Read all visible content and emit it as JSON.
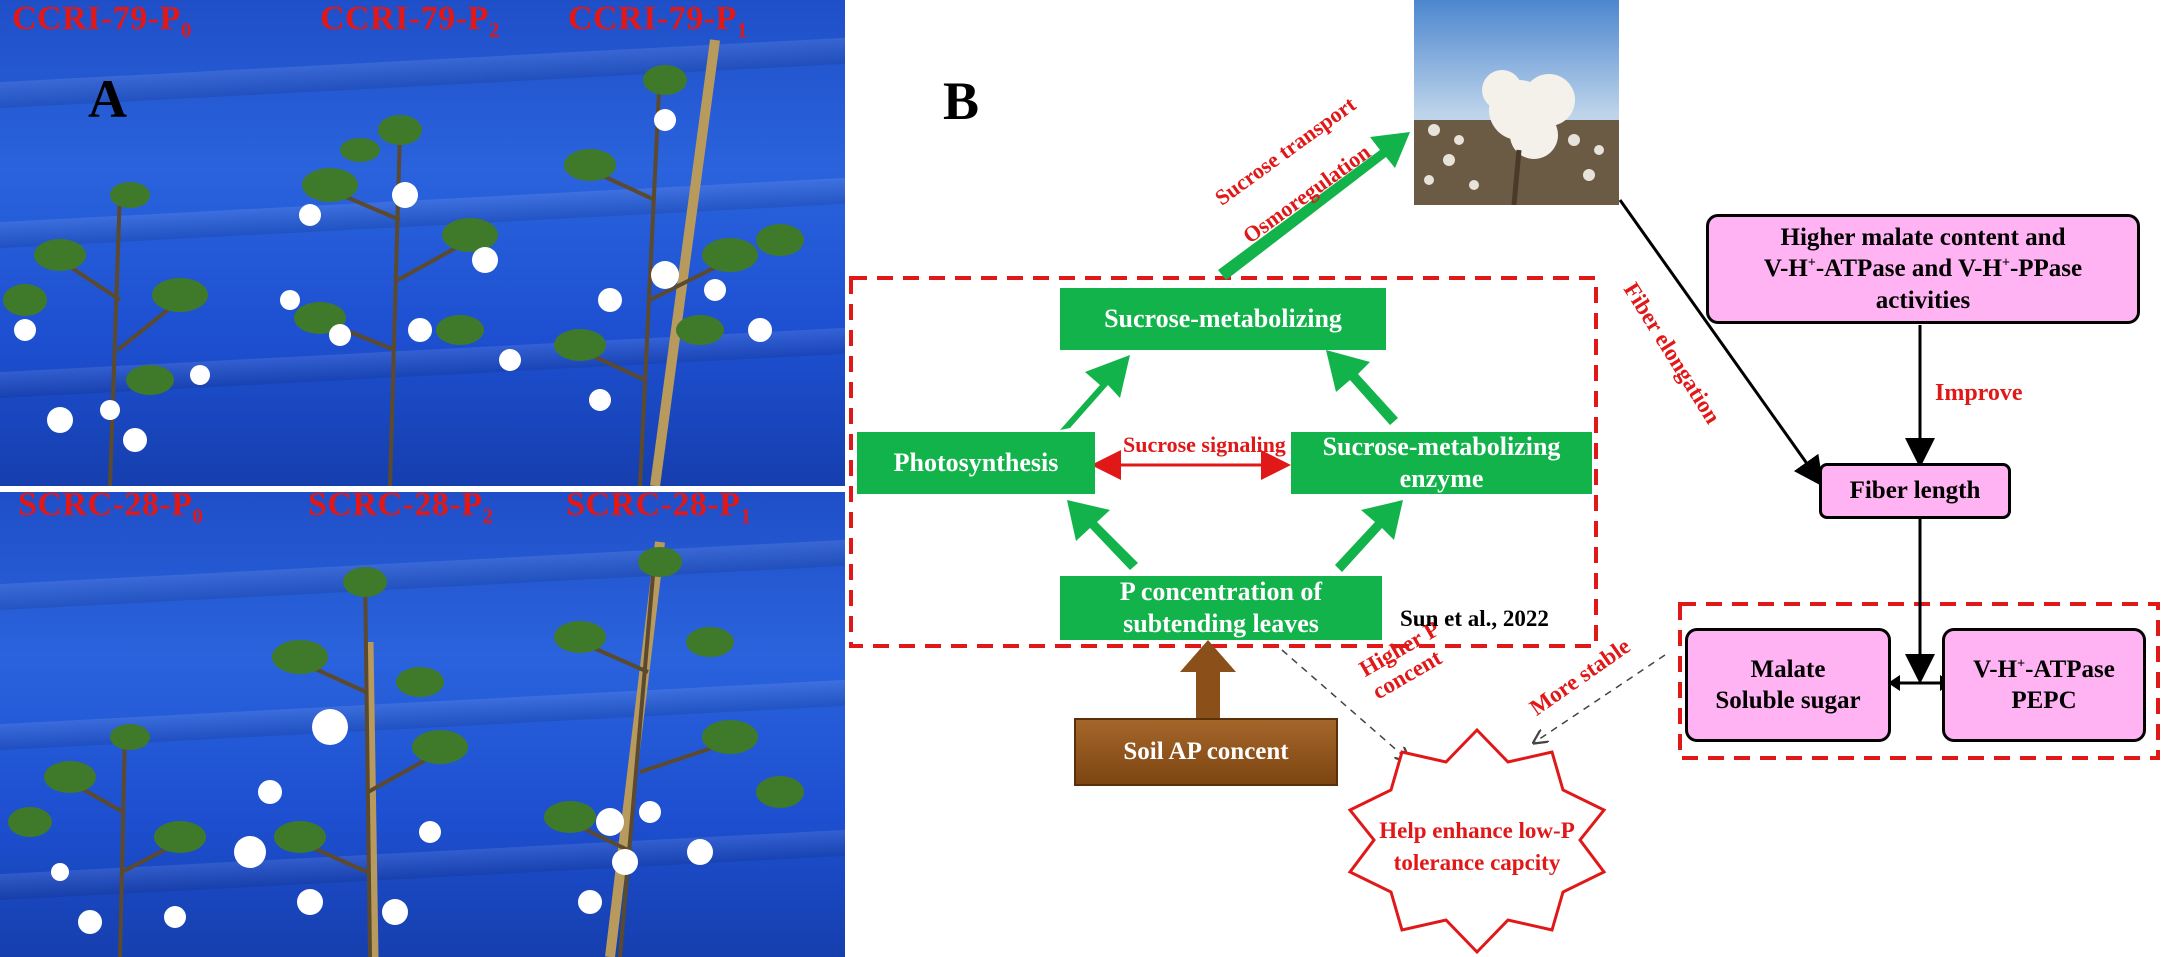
{
  "panel_a": {
    "label": "A",
    "top_labels": [
      {
        "name": "CCRI-79-P",
        "sub": "0"
      },
      {
        "name": "CCRI-79-P",
        "sub": "2"
      },
      {
        "name": "CCRI-79-P",
        "sub": "1"
      }
    ],
    "bottom_labels": [
      {
        "name": "SCRC-28-P",
        "sub": "0"
      },
      {
        "name": "SCRC-28-P",
        "sub": "2"
      },
      {
        "name": "SCRC-28-P",
        "sub": "1"
      }
    ]
  },
  "panel_b": {
    "label": "B",
    "sucrose_metabolizing": "Sucrose-metabolizing",
    "photosynthesis": "Photosynthesis",
    "enzyme_line1": "Sucrose-metabolizing",
    "enzyme_line2": "enzyme",
    "p_conc_line1": "P concentration of",
    "p_conc_line2": "subtending leaves",
    "sucrose_signaling": "Sucrose signaling",
    "sucrose_transport": "Sucrose transport",
    "osmoregulation": "Osmoregulation",
    "citation": "Sun et al., 2022",
    "soil": "Soil AP concent",
    "higher_p_line1": "Higher P",
    "higher_p_line2": "concent",
    "more_stable": "More stable",
    "star_line1": "Help  enhance low-P",
    "star_line2": "tolerance capcity",
    "fiber_elongation": "Fiber elongation",
    "malate_line1": "Higher malate content and",
    "malate_line2_a": "V-H",
    "malate_line2_b": "-ATPase and V-H",
    "malate_line2_c": "-PPase",
    "malate_line3": "activities",
    "sup_plus": "+",
    "improve": "Improve",
    "fiber_length": "Fiber length",
    "malate_box_line1": "Malate",
    "malate_box_line2": "Soluble sugar",
    "vh_line1_a": "V-H",
    "vh_line1_b": "-ATPase",
    "vh_line2": "PEPC"
  },
  "colors": {
    "green": "#12b34a",
    "red": "#e01818",
    "pink": "#ffb3f2",
    "brown": "#8b4f1a",
    "backdrop_blue": "#2158d4"
  }
}
